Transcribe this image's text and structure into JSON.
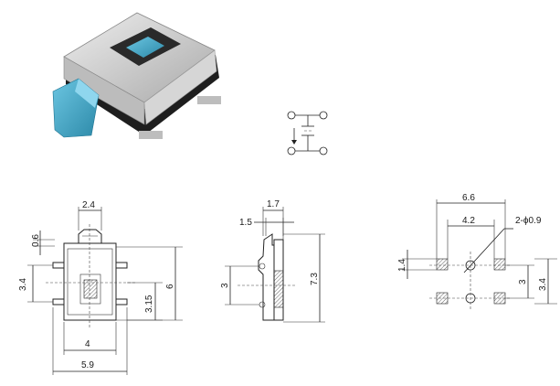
{
  "top_view": {
    "width_top": "2.4",
    "pin_height": "0.6",
    "pin_pitch_left": "3.4",
    "center_offset": "3.15",
    "height_right": "6",
    "inner_width": "4",
    "overall_width": "5.9"
  },
  "side_view": {
    "depth_total": "1.7",
    "depth_step": "1.5",
    "height_left": "3",
    "height_total": "7.3"
  },
  "footprint": {
    "outer_pitch": "6.6",
    "inner_pitch": "4.2",
    "hole_callout": "2-ϕ0.9",
    "pad_size": "1.4",
    "pitch_v_inner": "3",
    "pitch_v_outer": "3.4"
  },
  "colors": {
    "metal": "#cfcfcf",
    "actuator": "#47a9c9",
    "base": "#1e1e1e"
  }
}
